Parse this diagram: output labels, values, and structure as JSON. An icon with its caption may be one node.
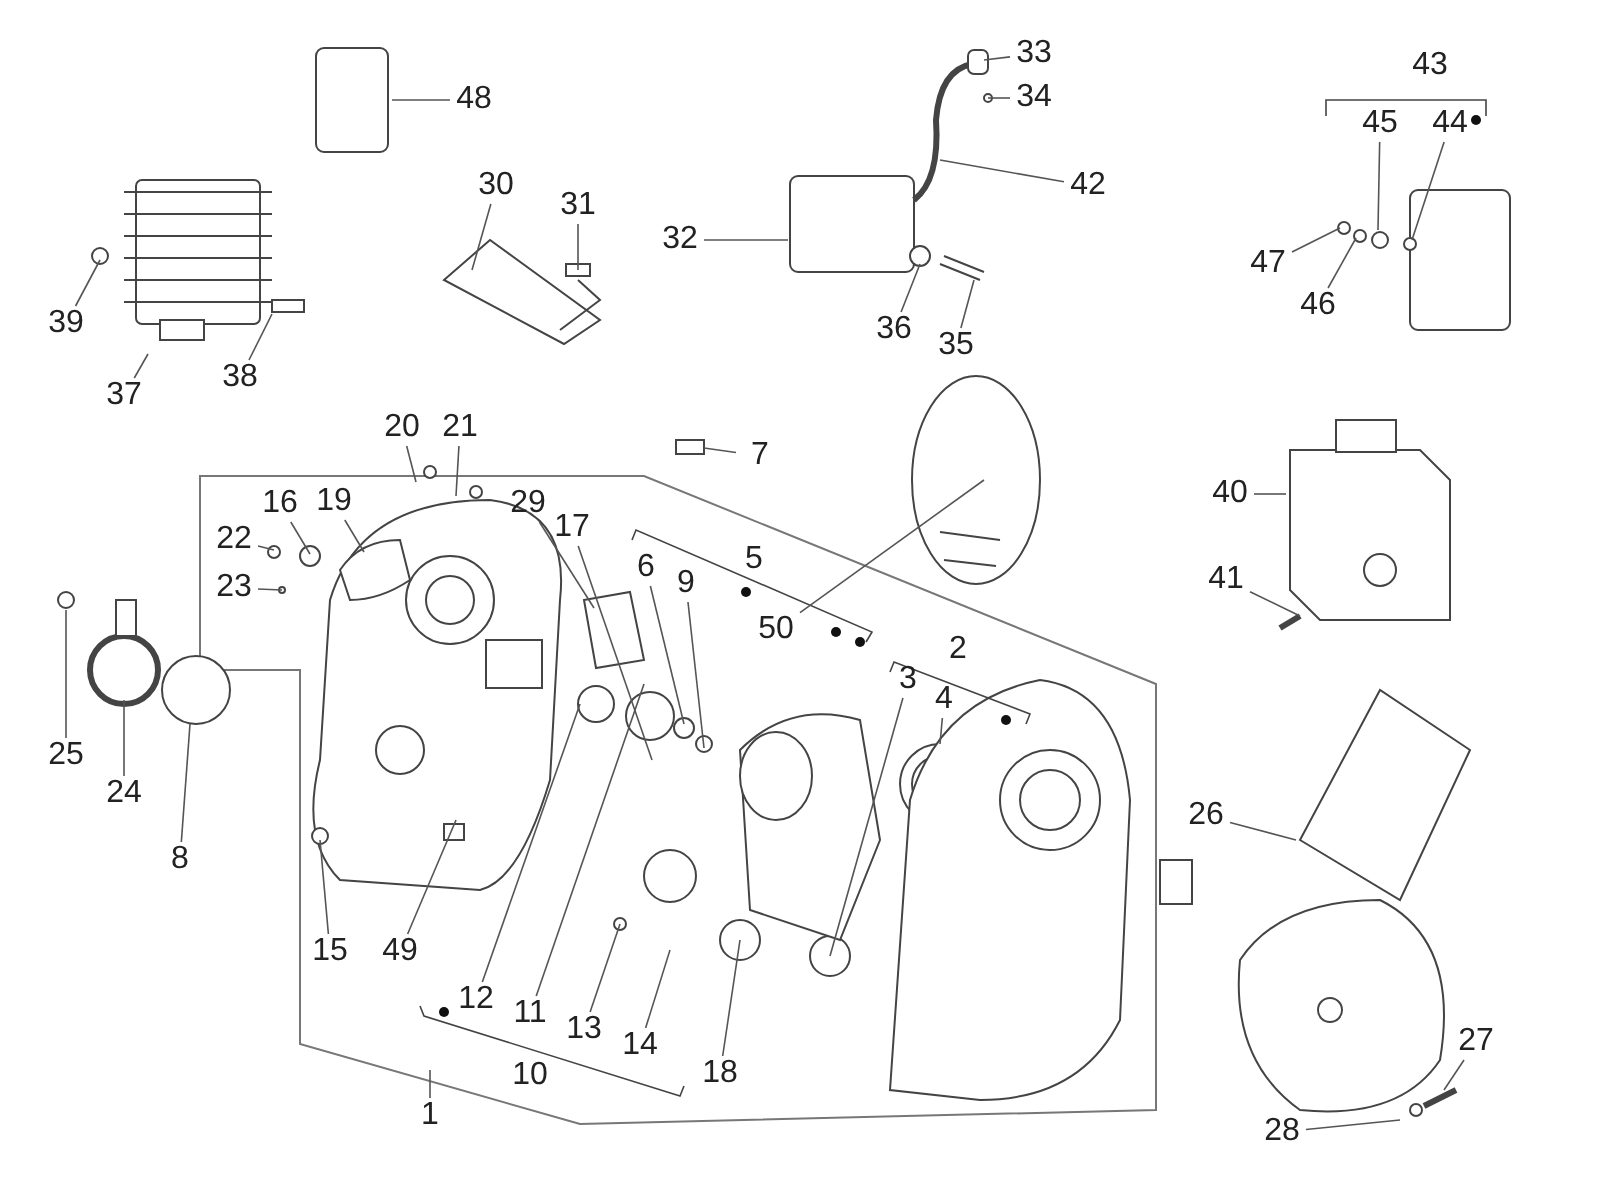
{
  "diagram": {
    "nodes": [
      {
        "text": [
          "33"
        ]
      },
      {
        "text": [
          "43"
        ]
      },
      {
        "text": [
          "48"
        ]
      },
      {
        "text": [
          "34"
        ]
      },
      {
        "text": [
          "45"
        ]
      },
      {
        "text": [
          "44"
        ]
      },
      {
        "text": [
          "42"
        ]
      },
      {
        "text": [
          "30"
        ]
      },
      {
        "text": [
          "31"
        ]
      },
      {
        "text": [
          "32"
        ]
      },
      {
        "text": [
          "47"
        ]
      },
      {
        "text": [
          "46"
        ]
      },
      {
        "text": [
          "39"
        ]
      },
      {
        "text": [
          "36"
        ]
      },
      {
        "text": [
          "35"
        ]
      },
      {
        "text": [
          "38"
        ]
      },
      {
        "text": [
          "37"
        ]
      },
      {
        "text": [
          "20"
        ]
      },
      {
        "text": [
          "21"
        ]
      },
      {
        "text": [
          "7"
        ]
      },
      {
        "text": [
          "40"
        ]
      },
      {
        "text": [
          "16"
        ]
      },
      {
        "text": [
          "19"
        ]
      },
      {
        "text": [
          "29"
        ]
      },
      {
        "text": [
          "17"
        ]
      },
      {
        "text": [
          "22"
        ]
      },
      {
        "text": [
          "6"
        ]
      },
      {
        "text": [
          "5"
        ]
      },
      {
        "text": [
          "41"
        ]
      },
      {
        "text": [
          "9"
        ]
      },
      {
        "text": [
          "23"
        ]
      },
      {
        "text": [
          "50"
        ]
      },
      {
        "text": [
          "2"
        ]
      },
      {
        "text": [
          "3"
        ]
      },
      {
        "text": [
          "4"
        ]
      },
      {
        "text": [
          "25"
        ]
      },
      {
        "text": [
          "24"
        ]
      },
      {
        "text": [
          "26"
        ]
      },
      {
        "text": [
          "8"
        ]
      },
      {
        "text": [
          "15"
        ]
      },
      {
        "text": [
          "49"
        ]
      },
      {
        "text": [
          "12"
        ]
      },
      {
        "text": [
          "11"
        ]
      },
      {
        "text": [
          "13"
        ]
      },
      {
        "text": [
          "14"
        ]
      },
      {
        "text": [
          "27"
        ]
      },
      {
        "text": [
          "18"
        ]
      },
      {
        "text": [
          "10"
        ]
      },
      {
        "text": [
          "28"
        ]
      },
      {
        "text": [
          "1"
        ]
      }
    ],
    "edges": [
      {
        "from": 0,
        "to": null,
        "arrow": "none"
      },
      {
        "from": 2,
        "to": null,
        "arrow": "none"
      },
      {
        "from": 3,
        "to": null,
        "arrow": "none"
      },
      {
        "from": 4,
        "to": null,
        "arrow": "none"
      },
      {
        "from": 5,
        "to": null,
        "arrow": "none"
      },
      {
        "from": 6,
        "to": null,
        "arrow": "none"
      },
      {
        "from": 7,
        "to": null,
        "arrow": "none"
      },
      {
        "from": 8,
        "to": null,
        "arrow": "none"
      },
      {
        "from": 9,
        "to": null,
        "arrow": "none"
      },
      {
        "from": 10,
        "to": null,
        "arrow": "none"
      },
      {
        "from": 11,
        "to": null,
        "arrow": "none"
      },
      {
        "from": 12,
        "to": null,
        "arrow": "none"
      },
      {
        "from": 13,
        "to": null,
        "arrow": "none"
      },
      {
        "from": 14,
        "to": null,
        "arrow": "none"
      },
      {
        "from": 15,
        "to": null,
        "arrow": "none"
      },
      {
        "from": 16,
        "to": null,
        "arrow": "none"
      },
      {
        "from": 17,
        "to": null,
        "arrow": "none"
      },
      {
        "from": 18,
        "to": null,
        "arrow": "none"
      },
      {
        "from": 19,
        "to": null,
        "arrow": "none"
      },
      {
        "from": 20,
        "to": null,
        "arrow": "none"
      },
      {
        "from": 21,
        "to": null,
        "arrow": "none"
      },
      {
        "from": 22,
        "to": null,
        "arrow": "none"
      },
      {
        "from": 23,
        "to": null,
        "arrow": "none"
      },
      {
        "from": 24,
        "to": null,
        "arrow": "none"
      },
      {
        "from": 25,
        "to": null,
        "arrow": "none"
      },
      {
        "from": 26,
        "to": null,
        "arrow": "none"
      },
      {
        "from": 28,
        "to": null,
        "arrow": "none"
      },
      {
        "from": 29,
        "to": null,
        "arrow": "none"
      },
      {
        "from": 30,
        "to": null,
        "arrow": "none"
      },
      {
        "from": 31,
        "to": null,
        "arrow": "none"
      },
      {
        "from": 33,
        "to": null,
        "arrow": "none"
      },
      {
        "from": 34,
        "to": null,
        "arrow": "none"
      },
      {
        "from": 35,
        "to": null,
        "arrow": "none"
      },
      {
        "from": 36,
        "to": null,
        "arrow": "none"
      },
      {
        "from": 37,
        "to": null,
        "arrow": "none"
      },
      {
        "from": 38,
        "to": null,
        "arrow": "none"
      },
      {
        "from": 39,
        "to": null,
        "arrow": "none"
      },
      {
        "from": 40,
        "to": null,
        "arrow": "none"
      },
      {
        "from": 41,
        "to": null,
        "arrow": "none"
      },
      {
        "from": 42,
        "to": null,
        "arrow": "none"
      },
      {
        "from": 43,
        "to": null,
        "arrow": "none"
      },
      {
        "from": 44,
        "to": null,
        "arrow": "none"
      },
      {
        "from": 45,
        "to": null,
        "arrow": "none"
      },
      {
        "from": 46,
        "to": null,
        "arrow": "none"
      },
      {
        "from": 48,
        "to": null,
        "arrow": "none"
      },
      {
        "from": 49,
        "to": null,
        "arrow": "none"
      }
    ]
  }
}
